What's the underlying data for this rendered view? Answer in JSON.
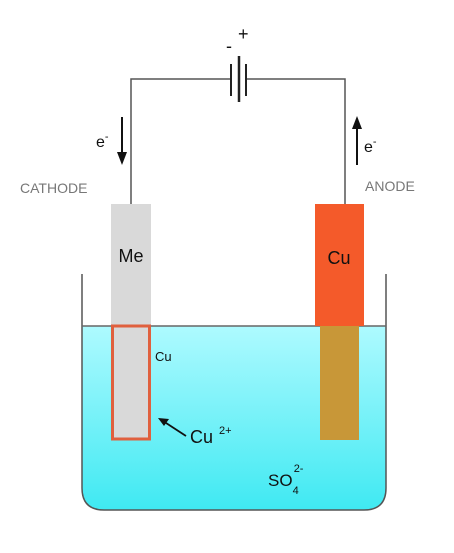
{
  "battery": {
    "minus_sign": "-",
    "plus_sign": "+"
  },
  "electron_left": {
    "base": "e",
    "sup": "-"
  },
  "electron_right": {
    "base": "e",
    "sup": "-"
  },
  "cathode_label": "CATHODE",
  "anode_label": "ANODE",
  "cathode_electrode_label": "Me",
  "anode_electrode_label": "Cu",
  "deposit_label": "Cu",
  "ion_cu": {
    "base": "Cu",
    "sup": "2+"
  },
  "ion_so4": {
    "base": "SO",
    "sub": "4",
    "sup": "2-"
  },
  "colors": {
    "wire": "#555555",
    "electrolyte": "#3fe9f2",
    "electrolyte_light": "#aefaff",
    "beaker_outline": "#555555",
    "cathode_electrode": "#d9d9d9",
    "copper_deposit": "#e0603e",
    "anode_electrode_top": "#f45a2a",
    "anode_electrode_submerged": "#c89738",
    "label_gray": "#777777",
    "text_dark": "#111111"
  }
}
